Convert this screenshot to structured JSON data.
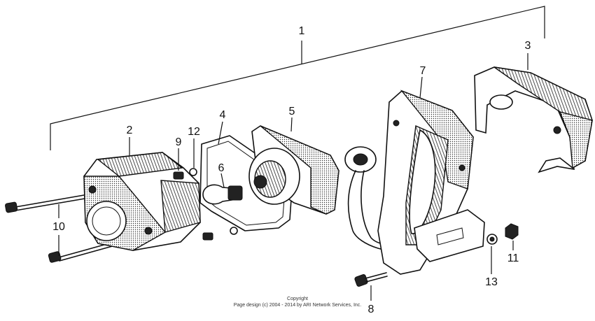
{
  "callouts": {
    "p1": "1",
    "p2": "2",
    "p3": "3",
    "p4": "4",
    "p5": "5",
    "p6": "6",
    "p7": "7",
    "p8": "8",
    "p9": "9",
    "p10": "10",
    "p11": "11",
    "p12": "12",
    "p13": "13"
  },
  "copyright": {
    "line1": "Copyright",
    "line2": "Page design (c) 2004 - 2014 by ARI Network Services, Inc."
  }
}
